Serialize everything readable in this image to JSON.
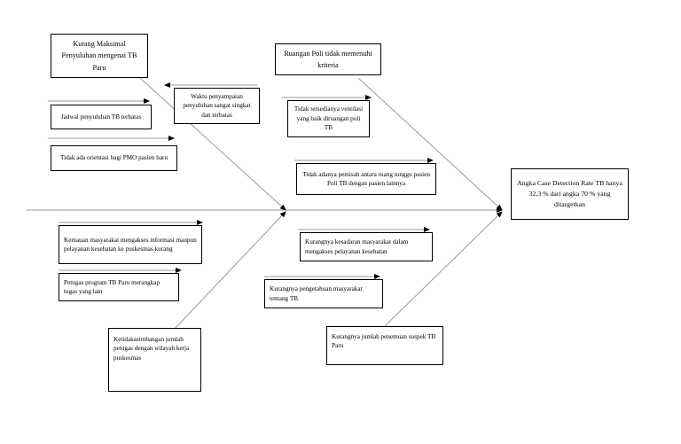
{
  "diagram": {
    "type": "fishbone-ishikawa",
    "title": "",
    "effect": {
      "label": "Angka Case Detection Rate TB hanya 32,3 % dari angka 70 % yang ditargetkan",
      "value": "32,3 %",
      "target": "70 %"
    },
    "causes": [
      {
        "id": "kurang-maksimal-penyuluhan",
        "label": "Kurang Maksimal Penyuluhan mengenai TB Paru",
        "position": "upper-left-main"
      },
      {
        "id": "jadwal-penyuluhan-terbatas",
        "label": "Jadwal penyuluhan TB terbatas",
        "position": "upper-left-sub"
      },
      {
        "id": "tidak-ada-orientasi-pmo",
        "label": "Tidak ada orientasi bagi PMO pasien baru",
        "position": "upper-left-sub"
      },
      {
        "id": "waktu-penyampaian-singkat",
        "label": "Waktu penyampaian penyuluhan sangat singkat dan terbatas",
        "position": "upper-middle-sub"
      },
      {
        "id": "ruangan-poli-tidak-memenuhi",
        "label": "Ruangan Poli tidak memenuhi kriteria",
        "position": "upper-right-main"
      },
      {
        "id": "tidak-tersedia-ventilasi",
        "label": "Tidak tersedianya ventilasi yang baik diruangan poli TB",
        "position": "upper-right-sub"
      },
      {
        "id": "tidak-ada-pemisah-ruang-tunggu",
        "label": "Tidak adanya pemisah antara ruang tunggu pasien Poli TB dengan pasien lainnya",
        "position": "upper-right-sub"
      },
      {
        "id": "kemauan-masyarakat-kurang",
        "label": "Kemauan masyarakat mengakses informasi maupun pelayanan kesehatan ke puskesmas kurang",
        "position": "lower-left-sub"
      },
      {
        "id": "petugas-merangkap-tugas",
        "label": "Petugas program TB Paru merangkap tugas yang lain",
        "position": "lower-left-sub"
      },
      {
        "id": "ketidakseimbangan-petugas",
        "label": "Ketidakseimbangan jumlah petugas dengan wilayah kerja puskesmas",
        "position": "lower-left-main"
      },
      {
        "id": "kurang-kesadaran-masyarakat",
        "label": "Kurangnya kesadaran masyarakat dalam mengakses pelayanan kesehatan",
        "position": "lower-middle-sub"
      },
      {
        "id": "kurang-pengetahuan-masyarakat",
        "label": "Kurangnya pengetahuan masyarakat tentang TB",
        "position": "lower-middle-sub"
      },
      {
        "id": "kurang-jumlah-penemuan-suspek",
        "label": "Kurangnya jumlah penemuan suspek TB Paru",
        "position": "lower-right-main"
      }
    ],
    "colors": {
      "box_border": "#000000",
      "spine": "#808080",
      "bone": "#808080",
      "background": "#ffffff",
      "text": "#000000"
    }
  }
}
